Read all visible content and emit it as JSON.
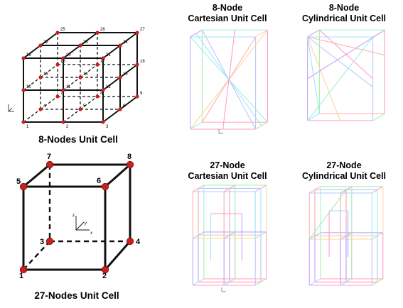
{
  "captions": {
    "top_left": "8-Nodes Unit Cell",
    "bottom_left": "27-Nodes Unit Cell"
  },
  "panels": [
    {
      "id": "p8c",
      "line1": "8-Node",
      "line2": "Cartesian Unit Cell"
    },
    {
      "id": "p8y",
      "line1": "8-Node",
      "line2": "Cylindrical Unit Cell"
    },
    {
      "id": "p27c",
      "line1": "27-Node",
      "line2": "Cartesian Unit Cell"
    },
    {
      "id": "p27y",
      "line1": "27-Node",
      "line2": "Cylindrical Unit Cell"
    }
  ],
  "small_cube_nodes": [
    "1",
    "2",
    "3",
    "4",
    "5",
    "6",
    "7",
    "8",
    "9",
    "10",
    "11",
    "12",
    "13",
    "14",
    "15",
    "16",
    "17",
    "18",
    "19",
    "20",
    "21",
    "22",
    "23",
    "24",
    "25",
    "26",
    "27"
  ],
  "big_cube_nodes": [
    "1",
    "2",
    "3",
    "4",
    "5",
    "6",
    "7",
    "8"
  ],
  "axes": {
    "x": "x",
    "y": "y",
    "z": "z"
  },
  "colors": {
    "node": "#cc1f1f",
    "edge": "#111111",
    "lattice": [
      "#ff9ecb",
      "#9ee6ff",
      "#c6a6ff",
      "#a8f0a8",
      "#ffd59a",
      "#b8c8ff",
      "#ffb0b0",
      "#a0f0e0"
    ]
  }
}
